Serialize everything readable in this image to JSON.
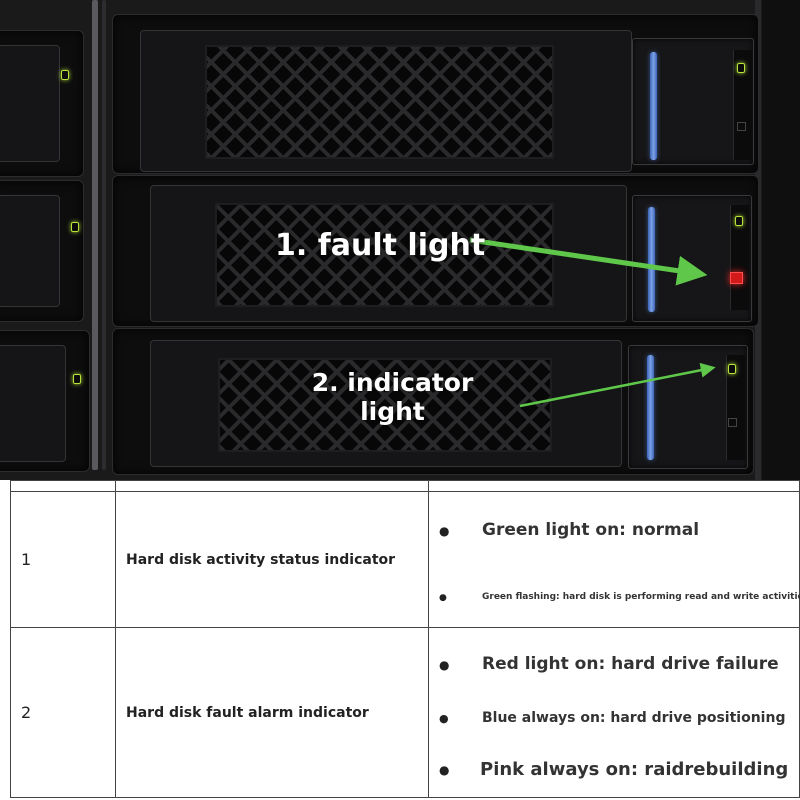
{
  "annotations": {
    "fault_light": "1. fault light",
    "indicator_light_line1": "2. indicator",
    "indicator_light_line2": "light"
  },
  "colors": {
    "arrow": "#5fc84a",
    "activity_led": "#b9e43a",
    "fault_led": "#d21a1a",
    "strip_blue": "#6b8ede"
  },
  "table": {
    "rows": [
      {
        "number": "1",
        "name": "Hard disk activity status indicator",
        "descriptions": [
          "Green light on: normal",
          "Green flashing: hard disk is performing read and write activities"
        ]
      },
      {
        "number": "2",
        "name": "Hard disk fault alarm indicator",
        "descriptions": [
          "Red light on: hard drive failure",
          "Blue always on: hard drive positioning",
          "Pink always on: raidrebuilding"
        ]
      }
    ]
  }
}
